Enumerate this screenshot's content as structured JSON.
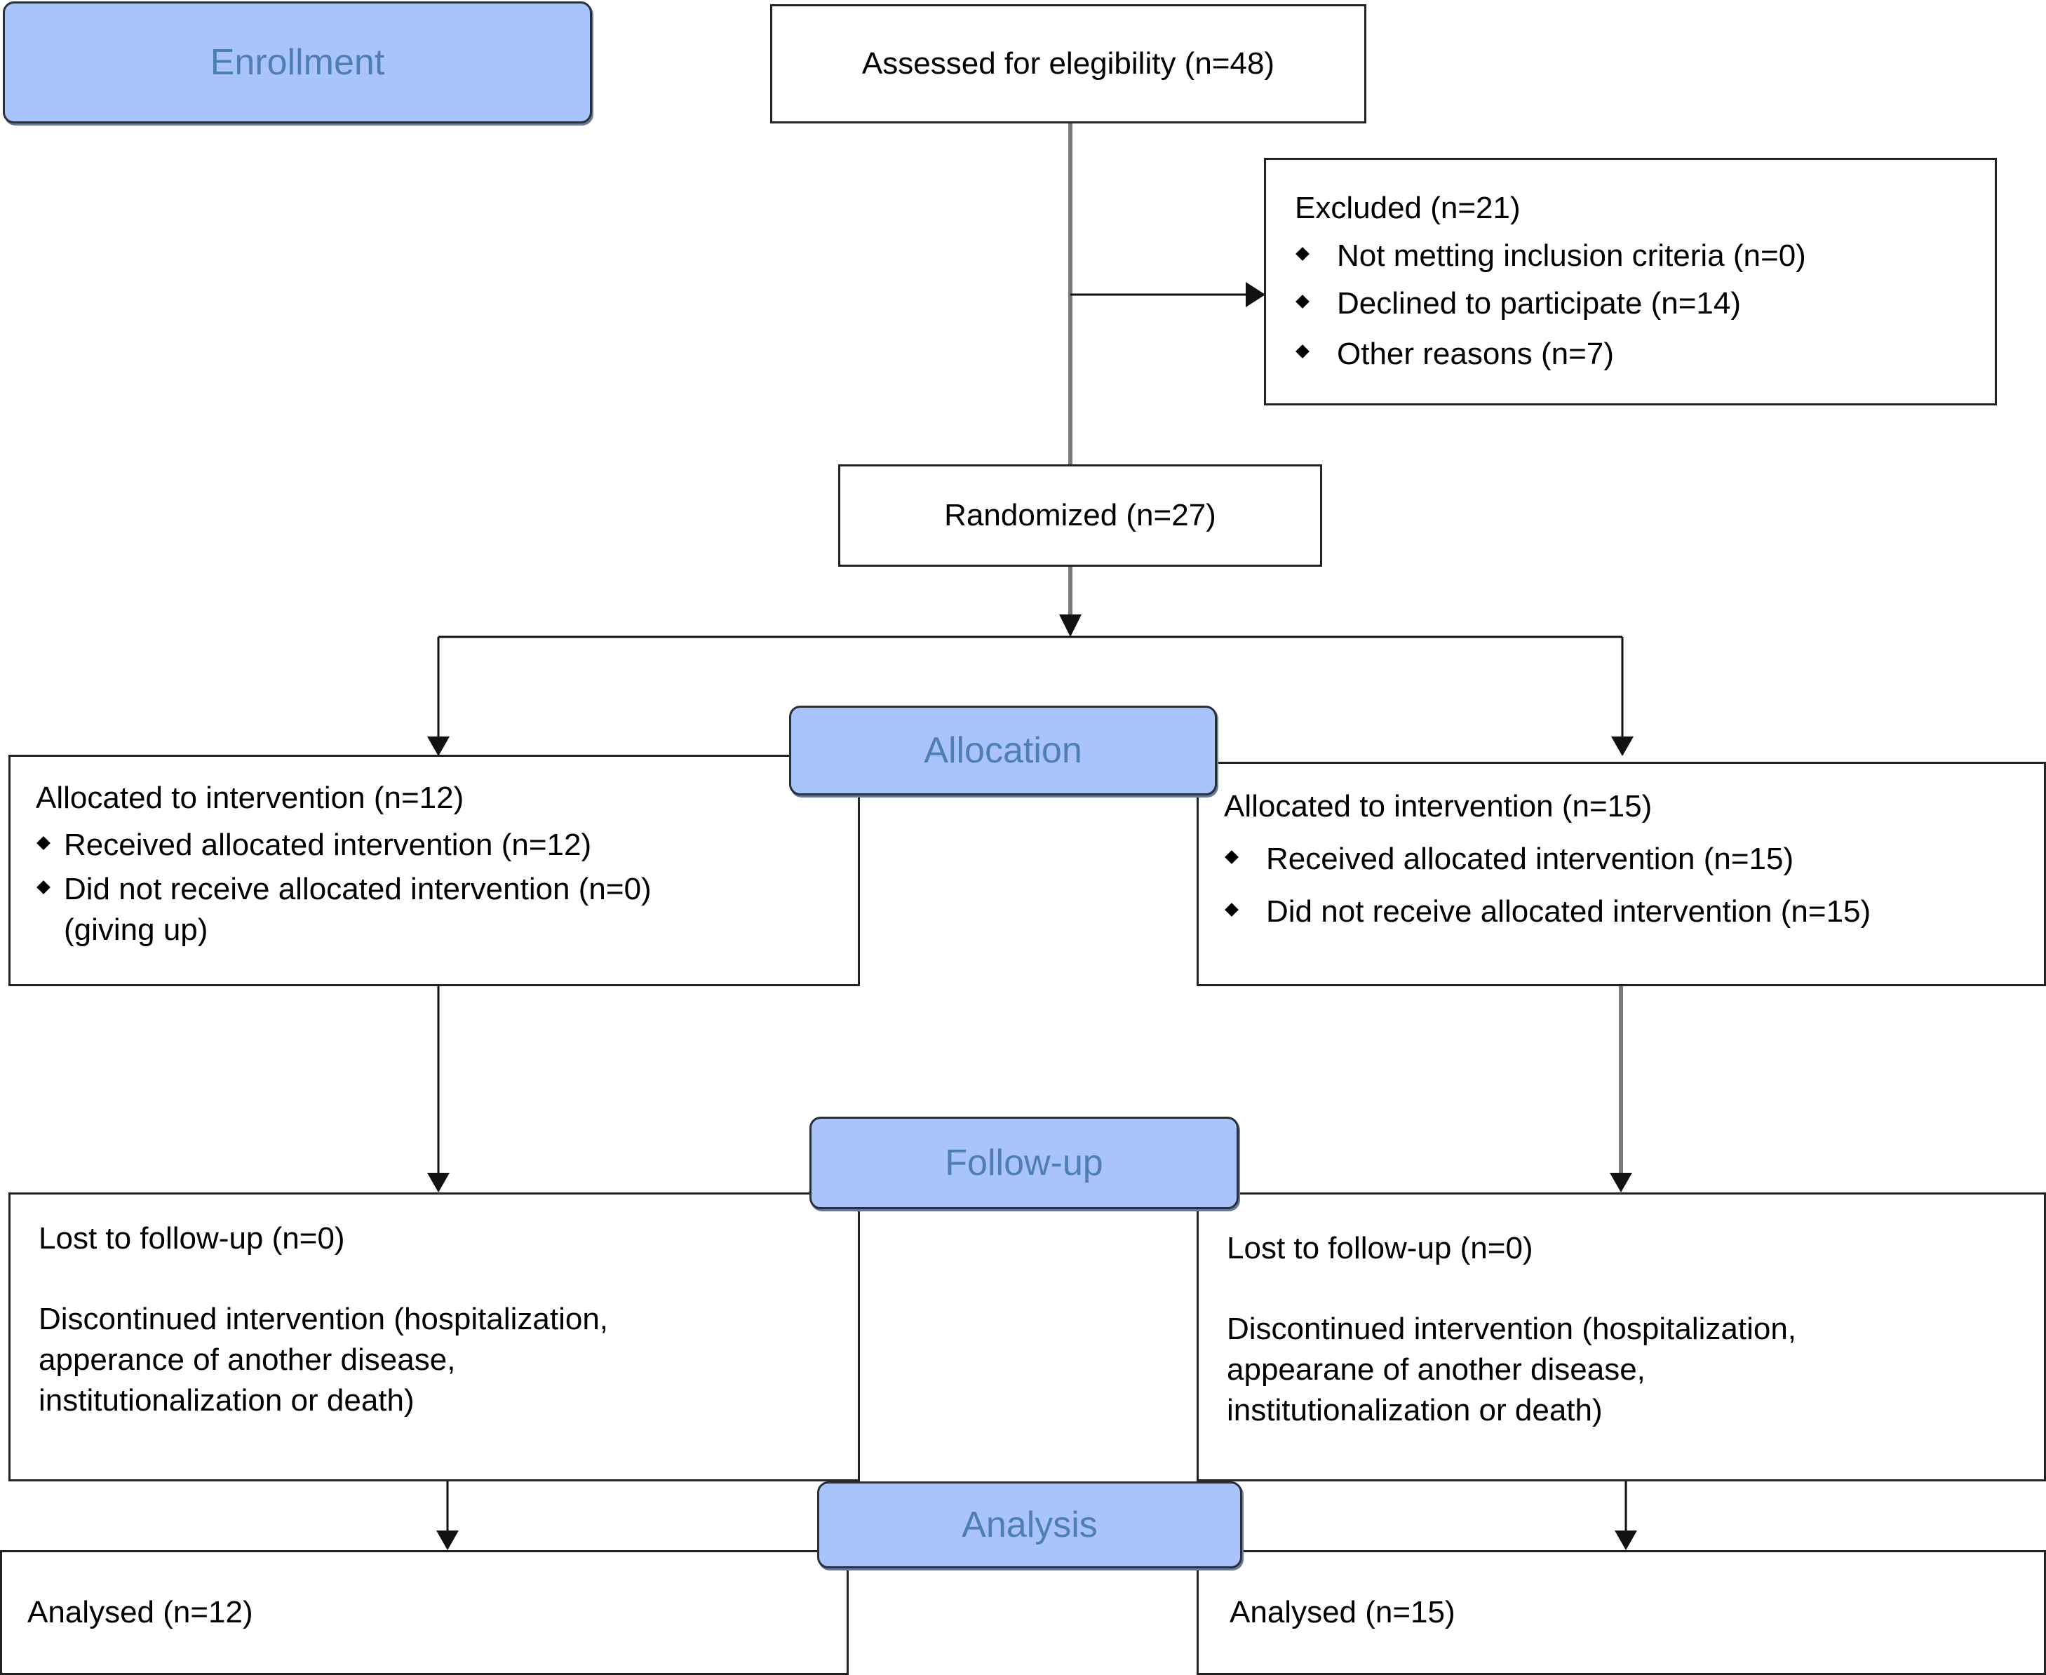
{
  "stages": {
    "enrollment": "Enrollment",
    "allocation": "Allocation",
    "follow_up": "Follow-up",
    "analysis": "Analysis"
  },
  "assessed": "Assessed for elegibility (n=48)",
  "excluded": {
    "title": "Excluded (n=21)",
    "items": [
      "Not metting inclusion criteria (n=0)",
      "Declined to participate (n=14)",
      "Other reasons (n=7)"
    ]
  },
  "randomized": "Randomized (n=27)",
  "allocation_left": {
    "title": "Allocated to intervention (n=12)",
    "items": [
      "Received allocated intervention (n=12)",
      "Did not receive allocated intervention (n=0)"
    ],
    "note": "(giving up)"
  },
  "allocation_right": {
    "title": "Allocated to intervention (n=15)",
    "items": [
      "Received allocated intervention (n=15)",
      "Did not receive allocated intervention (n=15)"
    ]
  },
  "followup_left": {
    "lost": "Lost to follow-up (n=0)",
    "discontinued_lines": [
      "Discontinued intervention (hospitalization,",
      "apperance of another disease,",
      "institutionalization or death)"
    ]
  },
  "followup_right": {
    "lost": "Lost to follow-up (n=0)",
    "discontinued_lines": [
      "Discontinued intervention (hospitalization,",
      "appearane of another disease,",
      "institutionalization or death)"
    ]
  },
  "analysed_left": "Analysed (n=12)",
  "analysed_right": "Analysed (n=15)",
  "colors": {
    "stage_fill": "#a9c4fb",
    "stage_text": "#4f7db5",
    "connector_gray": "#7a7a7a",
    "connector_black": "#111111"
  }
}
